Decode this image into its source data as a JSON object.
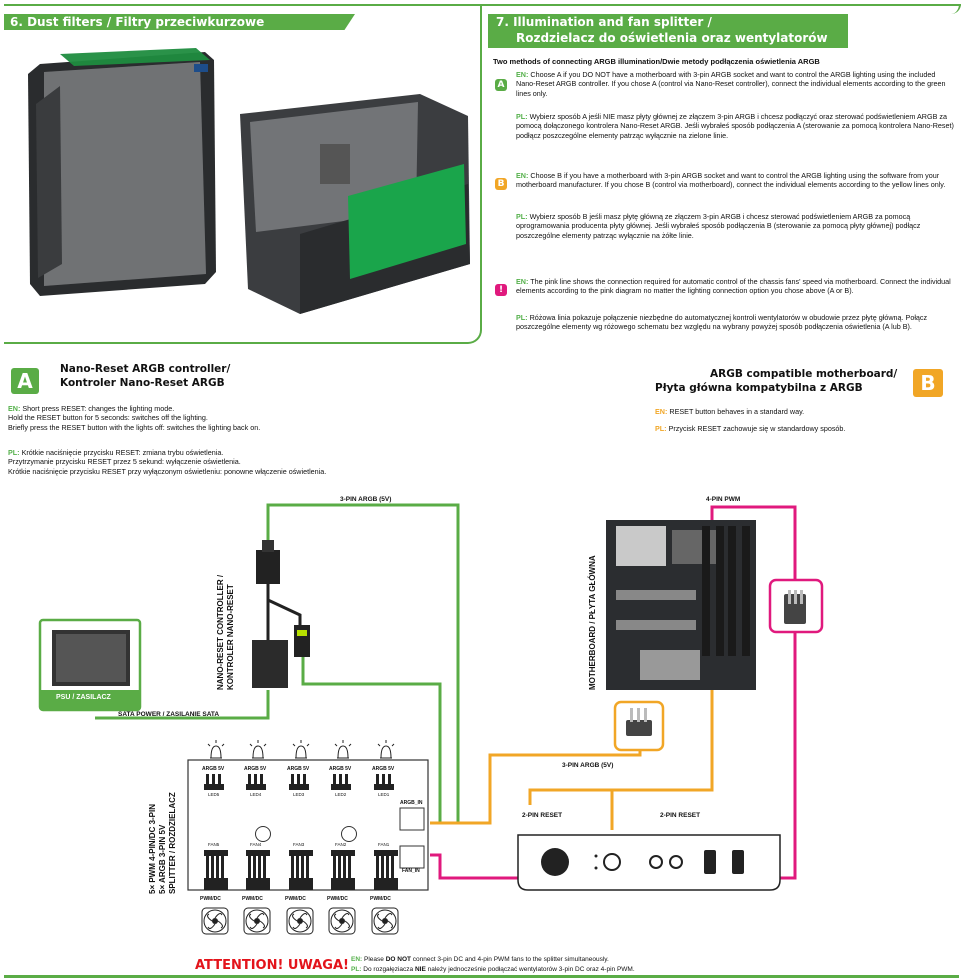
{
  "section6": {
    "title": "6. Dust filters / Filtry przeciwkurzowe"
  },
  "section7": {
    "title_line1": "7. Illumination and fan splitter /",
    "title_line2": "Rozdzielacz do oświetlenia oraz wentylatorów",
    "methods_heading": "Two methods of connecting ARGB illumination/Dwie metody podłączenia oświetlenia ARGB",
    "a_badge": "A",
    "b_badge": "B",
    "pink_badge": "!",
    "en_tag": "EN:",
    "pl_tag": "PL:",
    "a_en": "Choose A if you DO NOT have a motherboard with 3-pin ARGB socket and want to control the ARGB lighting using the included Nano-Reset ARGB controller. If you chose A (control via Nano-Reset controller), connect the individual elements according to the green lines only.",
    "a_pl": "Wybierz sposób A jeśli NIE masz płyty głównej ze złączem 3-pin ARGB i chcesz podłączyć oraz sterować podświetleniem ARGB za pomocą dołączonego kontrolera Nano-Reset ARGB. Jeśli wybrałeś sposób podłączenia A (sterowanie za pomocą kontrolera Nano-Reset) podłącz poszczególne elementy patrząc wyłącznie na zielone linie.",
    "b_en": "Choose B if you have a motherboard with 3-pin ARGB socket and want to control the ARGB lighting using the software from your motherboard manufacturer. If you chose B (control via motherboard), connect the individual elements according to the yellow lines only.",
    "b_pl": "Wybierz sposób B jeśli masz płytę główną ze złączem 3-pin ARGB i chcesz sterować podświetleniem ARGB za pomocą oprogramowania producenta płyty głównej. Jeśli wybrałeś sposób podłączenia B (sterowanie za pomocą płyty głównej) podłącz poszczególne elementy patrząc wyłącznie na żółte linie.",
    "pink_en": "The pink line shows the connection required for automatic control of the chassis fans' speed via motherboard. Connect the individual elements according to the pink diagram no matter the lighting connection option you chose above (A or B).",
    "pink_pl": "Różowa linia pokazuje połączenie niezbędne do automatycznej kontroli wentylatorów w obudowie przez płytę główną. Połącz poszczególne elementy wg różowego schematu bez względu na wybrany powyżej sposób podłączenia oświetlenia (A lub B)."
  },
  "optionA": {
    "badge": "A",
    "title1": "Nano-Reset ARGB controller/",
    "title2": "Kontroler Nano-Reset ARGB",
    "en_tag": "EN:",
    "pl_tag": "PL:",
    "en1": "Short press RESET: changes the lighting mode.",
    "en2": "Hold the RESET button for 5 seconds: switches off the lighting.",
    "en3": "Briefly press the RESET button with the lights off: switches the lighting back on.",
    "pl1": "Krótkie naciśnięcie przycisku RESET: zmiana trybu oświetlenia.",
    "pl2": "Przytrzymanie przycisku RESET przez 5 sekund: wyłączenie oświetlenia.",
    "pl3": "Krótkie naciśnięcie przycisku RESET przy wyłączonym oświetleniu: ponowne włączenie oświetlenia."
  },
  "optionB": {
    "badge": "B",
    "title1": "ARGB compatible motherboard/",
    "title2": "Płyta główna kompatybilna z ARGB",
    "en_tag": "EN:",
    "pl_tag": "PL:",
    "en": "RESET button behaves in a standard way.",
    "pl": "Przycisk RESET zachowuje się w standardowy sposób."
  },
  "diagram": {
    "argb_top": "3-PIN ARGB (5V)",
    "pwm_top": "4-PIN PWM",
    "controller_label1": "NANO-RESET CONTROLLER /",
    "controller_label2": "KONTROLER NANO-RESET",
    "motherboard_label": "MOTHERBOARD / PŁYTA GŁÓWNA",
    "psu_label": "PSU / ZASILACZ",
    "sata_label": "SATA POWER / ZASILANIE SATA",
    "splitter_label1": "5× PWM 4-PIN/DC 3-PIN",
    "splitter_label2": "5× ARGB 3-PIN 5V",
    "splitter_label3": "SPLITTER / ROZDZIELACZ",
    "argb_mid": "3-PIN ARGB (5V)",
    "reset_left": "2-PIN RESET",
    "reset_right": "2-PIN RESET",
    "argb_5v": "ARGB 5V",
    "pwm_dc": "PWM/DC",
    "led_ids": [
      "LED5",
      "LED4",
      "LED3",
      "LED2",
      "LED1"
    ],
    "fan_ids": [
      "FAN5",
      "FAN4",
      "FAN3",
      "FAN2",
      "FAN1"
    ],
    "argb_in": "ARGB_IN",
    "fan_in": "FAN_IN"
  },
  "attention": {
    "title": "ATTENTION! UWAGA!",
    "en_tag": "EN:",
    "pl_tag": "PL:",
    "en_a": "Please ",
    "en_b": "DO NOT",
    "en_c": " connect 3-pin DC and 4-pin PWM fans to the splitter simultaneously.",
    "pl_a": "Do rozgałęziacza ",
    "pl_b": "NIE",
    "pl_c": " należy jednocześnie podłączać wentylatorów 3-pin DC oraz 4-pin PWM."
  },
  "colors": {
    "green": "#5aac46",
    "yellow": "#f1a626",
    "pink": "#e0197d",
    "red": "#e3141b"
  }
}
